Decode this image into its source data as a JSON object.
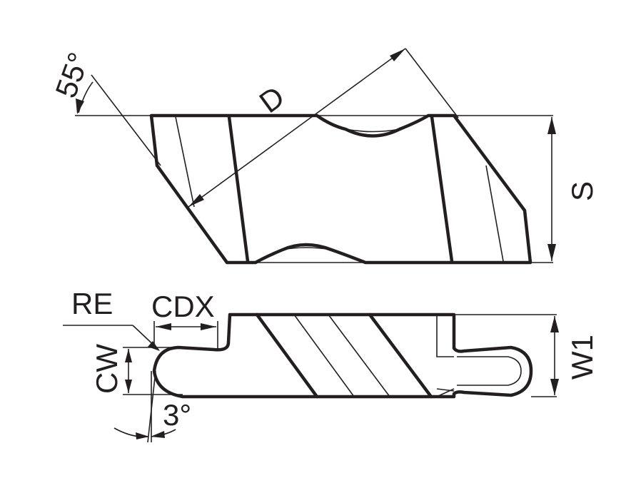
{
  "labels": {
    "angle_top": "55°",
    "diameter": "D",
    "thickness": "S",
    "corner_radius": "RE",
    "cutting_depth": "CDX",
    "cutting_width": "CW",
    "width": "W1",
    "relief_angle": "3°"
  },
  "colors": {
    "line": "#231f20",
    "background": "#ffffff"
  }
}
